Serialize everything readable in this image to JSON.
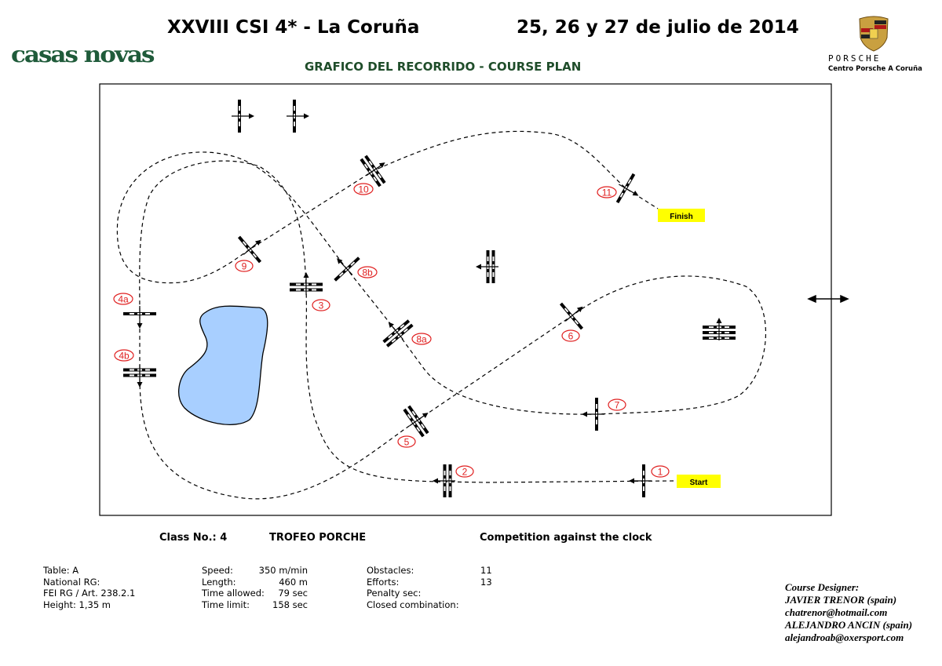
{
  "header": {
    "event_title": "XXVIII CSI 4* - La Coruña",
    "dates": "25, 26 y 27 de julio de 2014",
    "logo_text": "casas novas",
    "subtitle": "GRAFICO DEL RECORRIDO - COURSE PLAN",
    "sponsor_brand": "PORSCHE",
    "sponsor_name": "Centro Porsche A Coruña"
  },
  "course": {
    "start_label": "Start",
    "finish_label": "Finish",
    "obstacle_numbers": [
      "1",
      "2",
      "3",
      "4a",
      "4b",
      "5",
      "6",
      "7",
      "8a",
      "8b",
      "9",
      "10",
      "11"
    ],
    "colors": {
      "number": "#e02020",
      "flag": "#ffff00",
      "pond": "#a8cfff",
      "path": "#000000"
    }
  },
  "class_info": {
    "class_no": "Class No.: 4",
    "name": "TROFEO PORCHE",
    "competition": "Competition against the clock"
  },
  "details": {
    "col1": [
      "Table: A",
      "National RG:",
      "FEI RG / Art. 238.2.1",
      "Height: 1,35 m"
    ],
    "col2_labels": [
      "Speed:",
      "Length:",
      "Time allowed:",
      "Time limit:"
    ],
    "col2_values": [
      "350 m/min",
      "460 m",
      "79 sec",
      "158 sec"
    ],
    "col3_labels": [
      "Obstacles:",
      "Efforts:",
      "Penalty sec:",
      "Closed combination:"
    ],
    "col3_values": [
      "11",
      "13",
      "",
      ""
    ]
  },
  "designer": {
    "heading": "Course Designer:",
    "name1": "JAVIER TRENOR (spain)",
    "email1": "chatrenor@hotmail.com",
    "name2": "ALEJANDRO ANCIN (spain)",
    "email2": "alejandroab@oxersport.com"
  }
}
